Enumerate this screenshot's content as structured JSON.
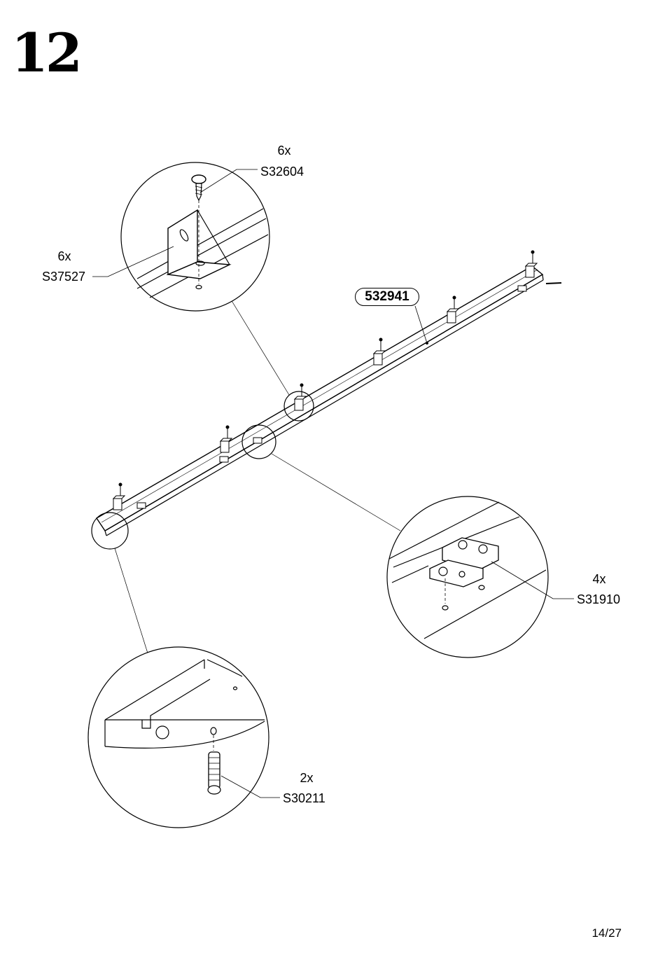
{
  "step": {
    "number": "12"
  },
  "main_part": {
    "code": "532941"
  },
  "parts": [
    {
      "quantity": "6x",
      "code": "S32604"
    },
    {
      "quantity": "6x",
      "code": "S37527"
    },
    {
      "quantity": "4x",
      "code": "S31910"
    },
    {
      "quantity": "2x",
      "code": "S30211"
    }
  ],
  "footer": {
    "page": "14/27"
  }
}
